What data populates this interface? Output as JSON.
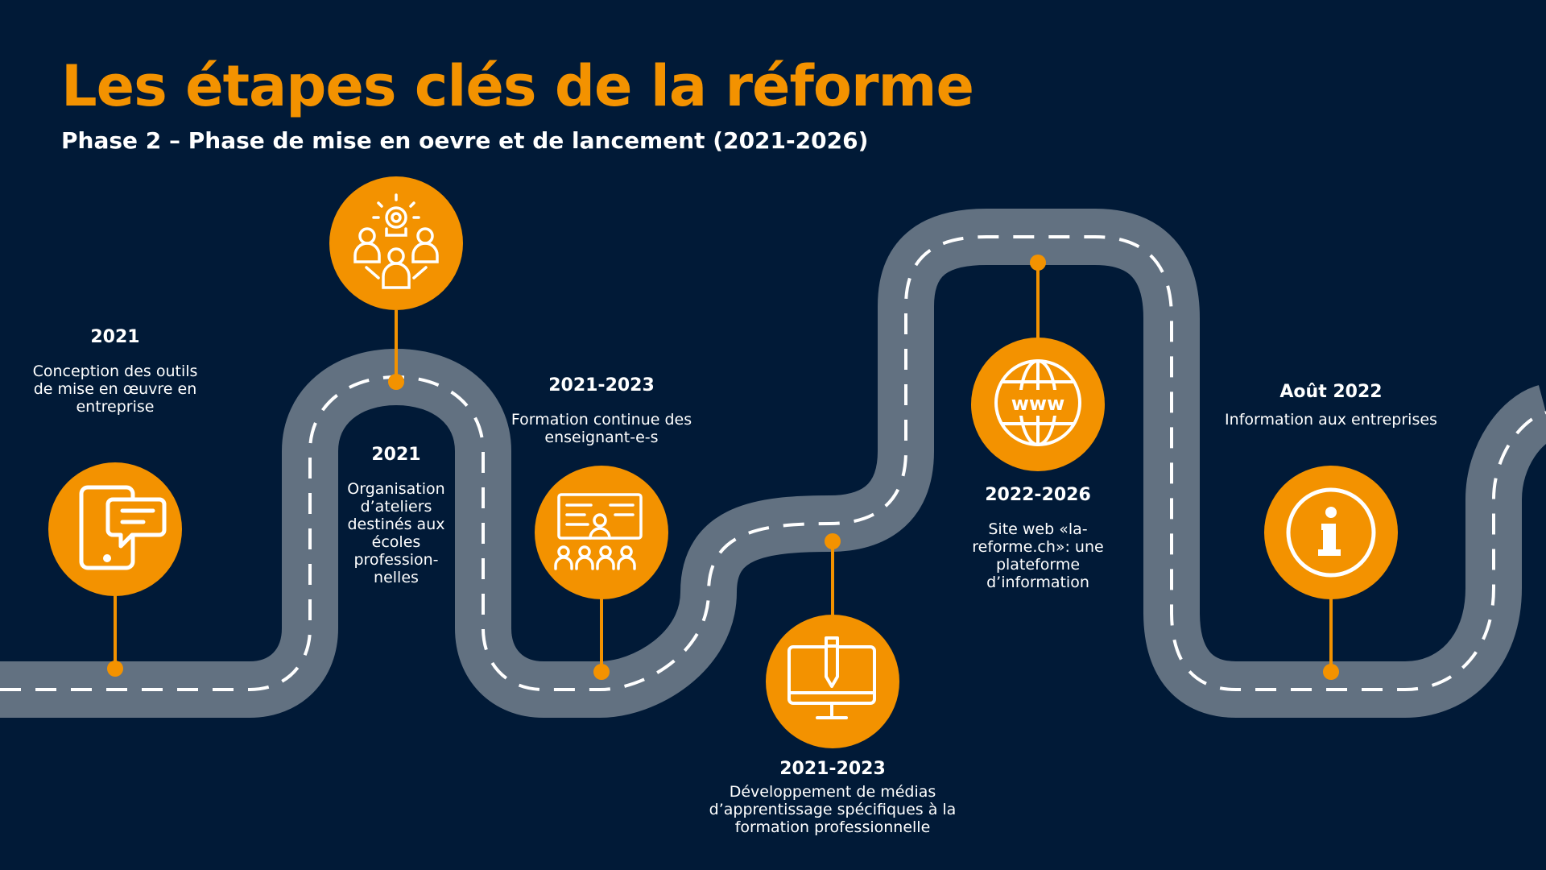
{
  "title": "Les étapes clés de la réforme",
  "subtitle": "Phase 2 – Phase de mise en oevre et de lancement (2021-2026)",
  "colors": {
    "background": "#011a37",
    "accent": "#f39200",
    "road": "#627181",
    "text": "#ffffff"
  },
  "milestones": [
    {
      "year": "2021",
      "text": "Conception des outils de mise en œuvre en entreprise",
      "icon": "tablet-chat-icon"
    },
    {
      "year": "2021",
      "text": "Organisation d’ateliers destinés aux écoles profession-nelles",
      "icon": "workshop-gear-people-icon"
    },
    {
      "year": "2021-2023",
      "text": "Formation continue des enseignant-e-s",
      "icon": "classroom-teacher-icon"
    },
    {
      "year": "2021-2023",
      "text": "Développement de médias d’apprentissage spécifiques à la formation professionnelle",
      "icon": "monitor-pen-icon"
    },
    {
      "year": "2022-2026",
      "text": "Site web «la-reforme.ch»: une plateforme d’information",
      "icon": "globe-www-icon"
    },
    {
      "year": "Août 2022",
      "text": "Information aux entreprises",
      "icon": "info-icon"
    }
  ]
}
